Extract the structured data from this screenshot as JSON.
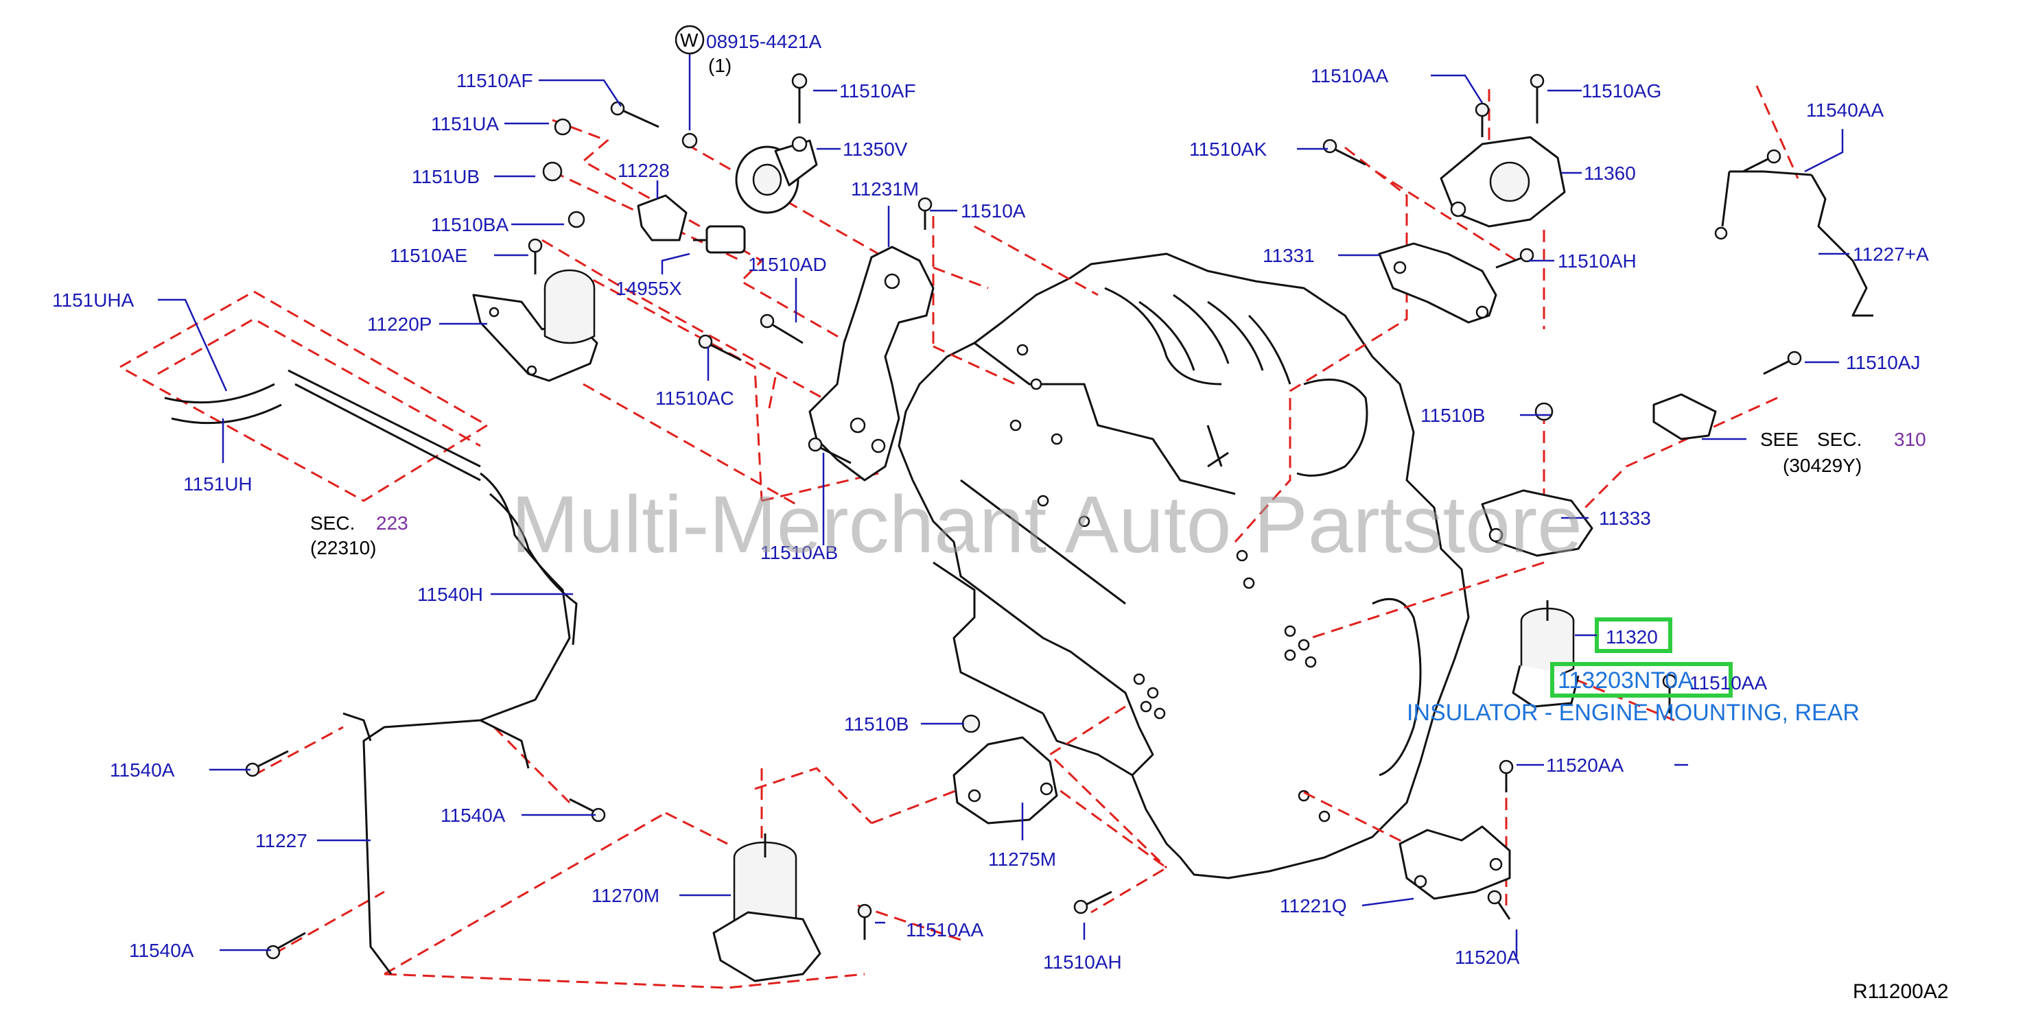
{
  "watermark": "Multi-Merchant Auto Partstore",
  "figure_code": "R11200A2",
  "highlight": {
    "part_number": "113203NT0A",
    "description": "INSULATOR - ENGINE MOUNTING, REAR"
  },
  "callouts": {
    "c11510AF_a": "11510AF",
    "c1151UA": "1151UA",
    "c1151UB": "1151UB",
    "c11510BA": "11510BA",
    "c11510AE": "11510AE",
    "c1151UHA": "1151UHA",
    "c11220P": "11220P",
    "c1151UH": "1151UH",
    "c08915": "08915-4421A",
    "c08915_qty": "(1)",
    "c11228": "11228",
    "c14955X": "14955X",
    "c11510AF_b": "11510AF",
    "c11350V": "11350V",
    "c11231M": "11231M",
    "c11510A": "11510A",
    "c11510AD": "11510AD",
    "c11510AC": "11510AC",
    "c11510AB": "11510AB",
    "c11510AA_top": "11510AA",
    "c11510AG": "11510AG",
    "c11510AK": "11510AK",
    "c11360": "11360",
    "c11331": "11331",
    "c11510AH_top": "11510AH",
    "c11540AA": "11540AA",
    "c11227A": "11227+A",
    "c11510AJ": "11510AJ",
    "c11510B_right": "11510B",
    "c11333": "11333",
    "c11320": "11320",
    "c11510AA_right": "11510AA",
    "c11520AA": "11520AA",
    "c11221Q": "11221Q",
    "c11520A": "11520A",
    "c11540H": "11540H",
    "c11540A_1": "11540A",
    "c11540A_2": "11540A",
    "c11540A_3": "11540A",
    "c11227": "11227",
    "c11510B_low": "11510B",
    "c11275M": "11275M",
    "c11270M": "11270M",
    "c11510AA_low": "11510AA",
    "c11510AH_low": "11510AH"
  },
  "sec_refs": {
    "left_sec": "SEC.",
    "left_num": "223",
    "left_sub": "(22310)",
    "right_see": "SEE",
    "right_sec": "SEC.",
    "right_num": "310",
    "right_sub": "(30429Y)"
  },
  "washer_symbol": "W"
}
